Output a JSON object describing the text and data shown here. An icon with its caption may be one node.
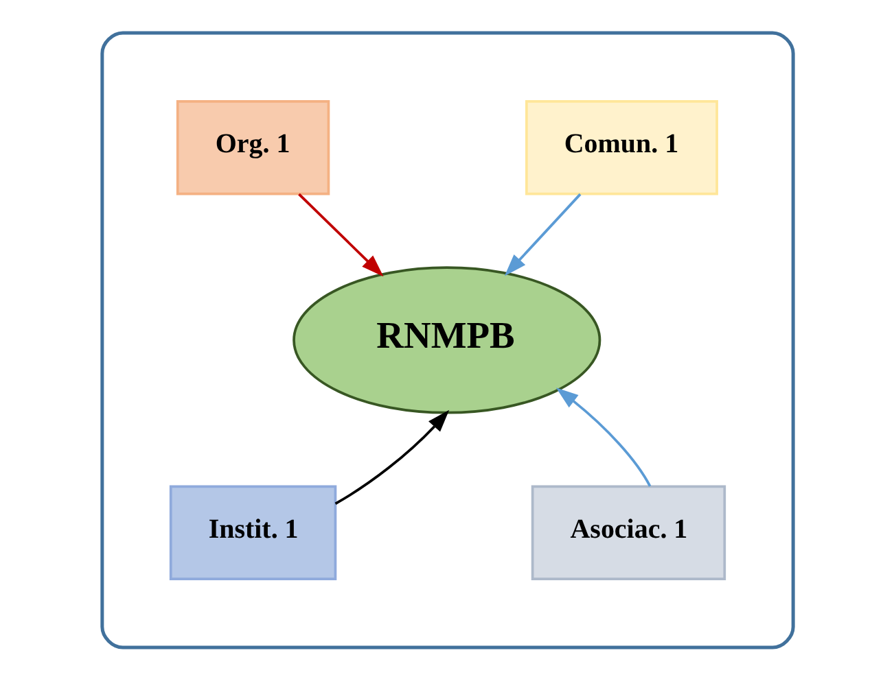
{
  "diagram": {
    "nodes": [
      {
        "text": [],
        "shape": "ellipse"
      },
      {
        "text": [
          "Comun. 1"
        ],
        "in": 0
      },
      {
        "text": [
          "Org. 1"
        ],
        "in": 0
      },
      {
        "text": [
          "RNMPB"
        ],
        "in": 0
      },
      {
        "text": [
          "Instit. 1"
        ],
        "in": 0
      },
      {
        "text": [
          "Asociac. 1"
        ],
        "in": 0
      }
    ],
    "edges": [
      {
        "from": 1,
        "to": 3,
        "arrow": "to",
        "color": "#5b9bd5"
      },
      {
        "from": 2,
        "to": 3,
        "arrow": "to",
        "color": "#c00000"
      },
      {
        "from": 4,
        "to": 3,
        "arrow": "to",
        "color": "#000000"
      },
      {
        "from": 5,
        "to": 3,
        "arrow": "to",
        "color": "#5b9bd5"
      }
    ]
  }
}
